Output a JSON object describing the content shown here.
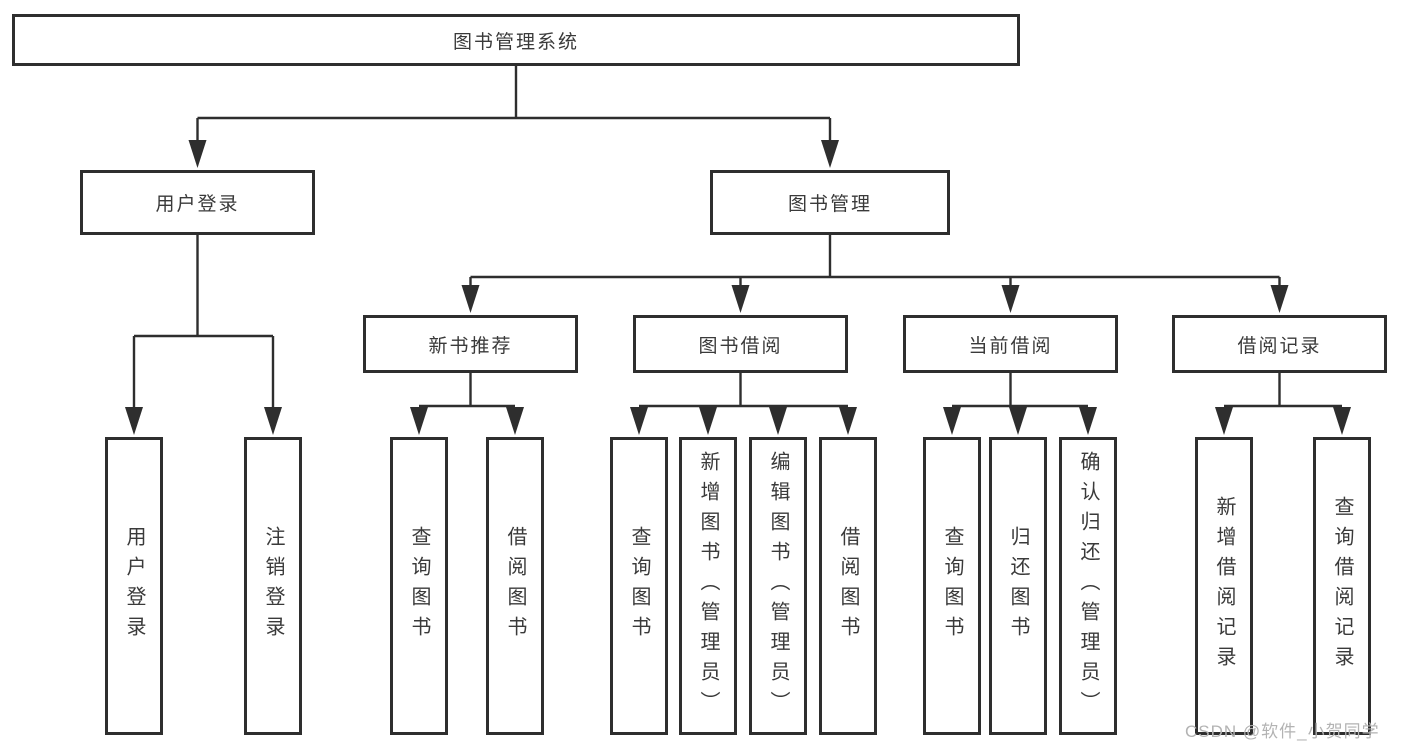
{
  "tree": {
    "root": {
      "label": "图书管理系统"
    },
    "user_login": {
      "label": "用户登录",
      "children": [
        {
          "label": "用户登录"
        },
        {
          "label": "注销登录"
        }
      ]
    },
    "book_mgmt": {
      "label": "图书管理"
    },
    "new_books": {
      "label": "新书推荐",
      "children": [
        {
          "label": "查询图书"
        },
        {
          "label": "借阅图书"
        }
      ]
    },
    "book_borrow": {
      "label": "图书借阅",
      "children": [
        {
          "label": "查询图书"
        },
        {
          "label": "新增图书（管理员）"
        },
        {
          "label": "编辑图书（管理员）"
        },
        {
          "label": "借阅图书"
        }
      ]
    },
    "current_borrow": {
      "label": "当前借阅",
      "children": [
        {
          "label": "查询图书"
        },
        {
          "label": "归还图书"
        },
        {
          "label": "确认归还（管理员）"
        }
      ]
    },
    "borrow_records": {
      "label": "借阅记录",
      "children": [
        {
          "label": "新增借阅记录"
        },
        {
          "label": "查询借阅记录"
        }
      ]
    }
  },
  "watermark": {
    "text": "CSDN @软件_小贺同学"
  },
  "colors": {
    "line": "#2e2e2e",
    "text": "#3a3a3a",
    "watermark": "#b3b3b3",
    "background": "#ffffff"
  }
}
